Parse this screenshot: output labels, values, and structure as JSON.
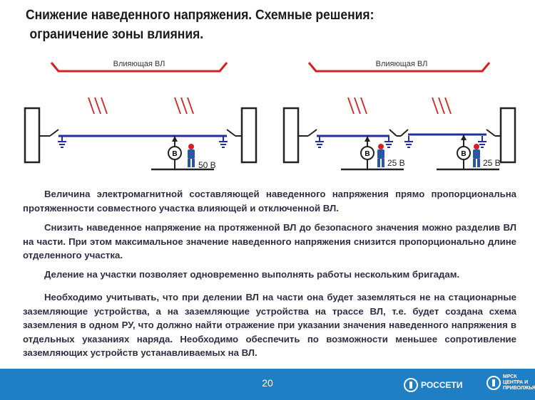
{
  "title": {
    "line1": "Снижение наведенного напряжения. Схемные решения:",
    "line2": "ограничение зоны влияния."
  },
  "diagram_left": {
    "influencing_line_label": "Влияющая ВЛ",
    "meter_symbol": "В",
    "voltage": "50 В"
  },
  "diagram_right": {
    "influencing_line_label": "Влияющая ВЛ",
    "meter_symbol_1": "В",
    "voltage_1": "25 В",
    "meter_symbol_2": "В",
    "voltage_2": "25 В"
  },
  "paragraphs": [
    "Величина электромагнитной составляющей наведенного напряжения прямо пропорциональна протяженности совместного участка влияющей и отключенной ВЛ.",
    "Снизить наведенное напряжение на протяженной ВЛ до безопасного значения можно разделив ВЛ на части. При этом максимальное значение наведенного напряжения снизится пропорционально длине отделенного участка.",
    "Деление на участки позволяет одновременно выполнять работы нескольким бригадам.",
    "Необходимо учитывать, что при делении ВЛ на части она будет заземляться не на стационарные заземляющие устройства, а на заземляющие устройства на трассе ВЛ, т.е. будет создана схема заземления в одном РУ, что должно найти отражение при указании значения наведенного напряжения в отдельных указаниях наряда. Необходимо обеспечить по возможности меньшее сопротивление заземляющих устройств устанавливаемых на ВЛ."
  ],
  "footer": {
    "page_number": "20",
    "logo_rosseti": "РОССЕТИ",
    "logo_mrsk": "МРСК ЦЕНТРА И ПРИВОЛЖЬЯ"
  },
  "colors": {
    "line_blue": "#1f2f9c",
    "influence_red": "#d62020",
    "footer_blue": "#1f7fc4",
    "text": "#2d2f45"
  }
}
